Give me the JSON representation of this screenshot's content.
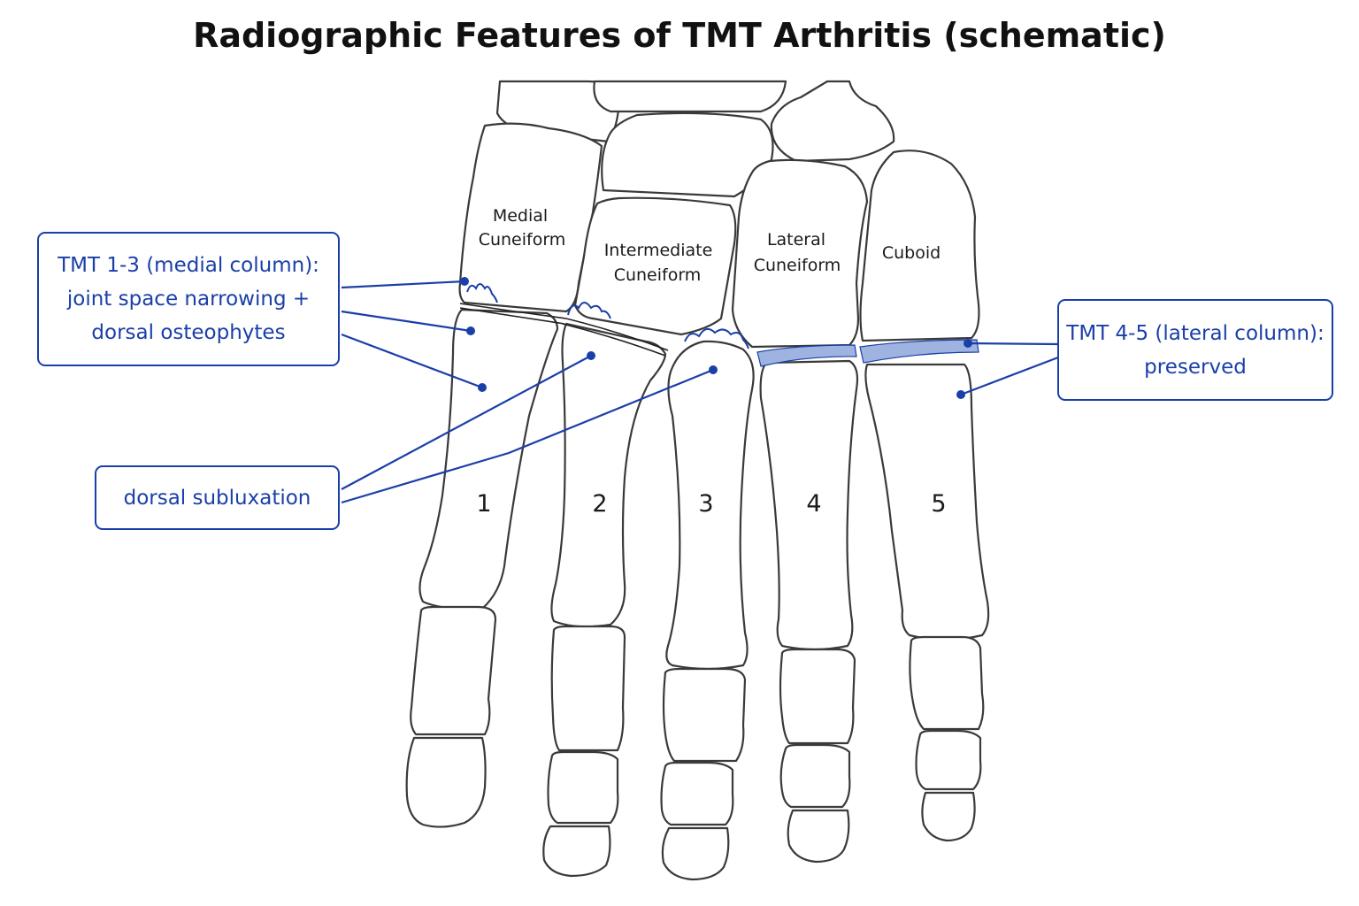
{
  "title": "Radiographic Features of TMT Arthritis (schematic)",
  "tarsals": {
    "medial_cuneiform": [
      "Medial",
      "Cuneiform"
    ],
    "intermediate_cuneiform": [
      "Intermediate",
      "Cuneiform"
    ],
    "lateral_cuneiform": [
      "Lateral",
      "Cuneiform"
    ],
    "cuboid": "Cuboid"
  },
  "rays": [
    "1",
    "2",
    "3",
    "4",
    "5"
  ],
  "callouts": {
    "medial": [
      "TMT 1-3 (medial column):",
      "joint space narrowing +",
      "dorsal osteophytes"
    ],
    "subluxation": "dorsal subluxation",
    "lateral": [
      "TMT 4-5 (lateral column):",
      "preserved"
    ]
  },
  "colors": {
    "accent": "#1a3fa8",
    "preserved_joint": "#9fb3e0",
    "bone_outline": "#3a3a3a"
  }
}
